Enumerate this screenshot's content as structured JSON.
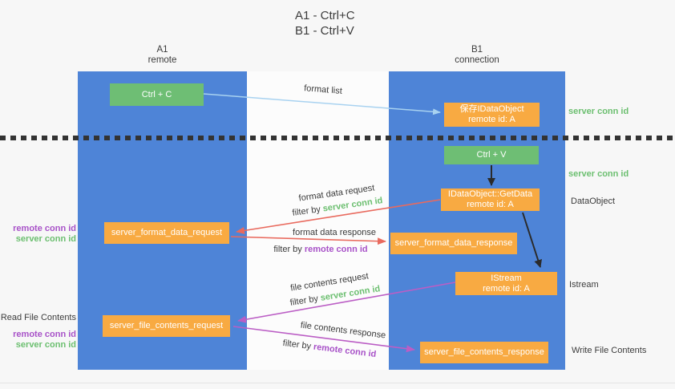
{
  "title": {
    "line1": "A1 - Ctrl+C",
    "line2": "B1 - Ctrl+V"
  },
  "lanes": {
    "a1": {
      "name": "A1",
      "subtitle": "remote"
    },
    "b1": {
      "name": "B1",
      "subtitle": "connection"
    }
  },
  "nodes": {
    "ctrl_c": "Ctrl + C",
    "ctrl_v": "Ctrl + V",
    "save_dataobject": {
      "line1": "保存IDataObject",
      "line2": "remote id: A"
    },
    "getdata": {
      "line1": "IDataObject::GetData",
      "line2": "remote id: A"
    },
    "istream": {
      "line1": "IStream",
      "line2": "remote id: A"
    },
    "format_data_request": "server_format_data_request",
    "format_data_response": "server_format_data_response",
    "file_contents_request": "server_file_contents_request",
    "file_contents_response": "server_file_contents_response"
  },
  "arrow_labels": {
    "format_list": "format list",
    "format_data_request": "format data request",
    "format_data_response": "format data response",
    "file_contents_request": "file contents request",
    "file_contents_response": "file contents response",
    "filter_by": "filter by",
    "server_conn_id": "server conn id",
    "remote_conn_id": "remote conn id"
  },
  "side_labels": {
    "left": {
      "remote_conn_id_top": "remote conn id",
      "server_conn_id_top": "server conn id",
      "read_file_contents": "Read File Contents",
      "remote_conn_id_bottom": "remote conn id",
      "server_conn_id_bottom": "server conn id"
    },
    "right": {
      "server_conn_id_top": "server conn id",
      "server_conn_id_mid": "server conn id",
      "dataobject": "DataObject",
      "istream": "Istream",
      "write_file_contents": "Write File Contents"
    }
  },
  "colors": {
    "background": "#f7f7f7",
    "lane_blue": "#4E84D7",
    "node_green": "#6EBE74",
    "node_orange": "#F8AA42",
    "arrow_blue": "#A8D2F0",
    "arrow_red": "#E96A5E",
    "arrow_magenta": "#BB5EC5",
    "arrow_black": "#2b2b2b",
    "green_text": "#6CBF70",
    "purple_text": "#A852C8",
    "dark_text": "#3c3c3c"
  }
}
